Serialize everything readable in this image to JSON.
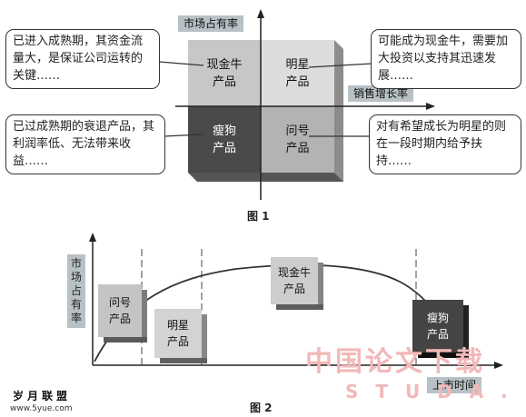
{
  "figure1": {
    "y_axis_label": "市场占有率",
    "x_axis_label": "销售增长率",
    "caption": "图 1",
    "cells": {
      "cash_cow": [
        "现金牛",
        "产品"
      ],
      "star": [
        "明星",
        "产品"
      ],
      "dog": [
        "瘦狗",
        "产品"
      ],
      "question": [
        "问号",
        "产品"
      ]
    },
    "notes": {
      "top_left": "已进入成熟期，其资金流量大，是保证公司运转的关键……",
      "top_right": "可能成为现金牛，需要加大投资以支持其迅速发展……",
      "bottom_left": "已过成熟期的衰退产品，其利润率低、无法带来收益……",
      "bottom_right": "对有希望成长为明星的则在一段时期内给予扶持……"
    }
  },
  "figure2": {
    "y_axis_label": "市场占有率",
    "x_axis_label": "上市时间",
    "caption": "图 2",
    "stages": {
      "question": [
        "问号",
        "产品"
      ],
      "star": [
        "明星",
        "产品"
      ],
      "cash_cow": [
        "现金牛",
        "产品"
      ],
      "dog": [
        "瘦狗",
        "产品"
      ]
    }
  },
  "branding": {
    "logo_text": "岁月联盟",
    "logo_url": "www.5yue.com",
    "watermark_cn": "中国论文下载",
    "watermark_en": "S T U D A ."
  },
  "colors": {
    "tag_gray": "#b8c1c6",
    "light_cell": "#c9c9c9",
    "dark_cell": "#4d4d4d",
    "mid_cell": "#a9a9a9",
    "watermark": "#f2b8b8"
  }
}
